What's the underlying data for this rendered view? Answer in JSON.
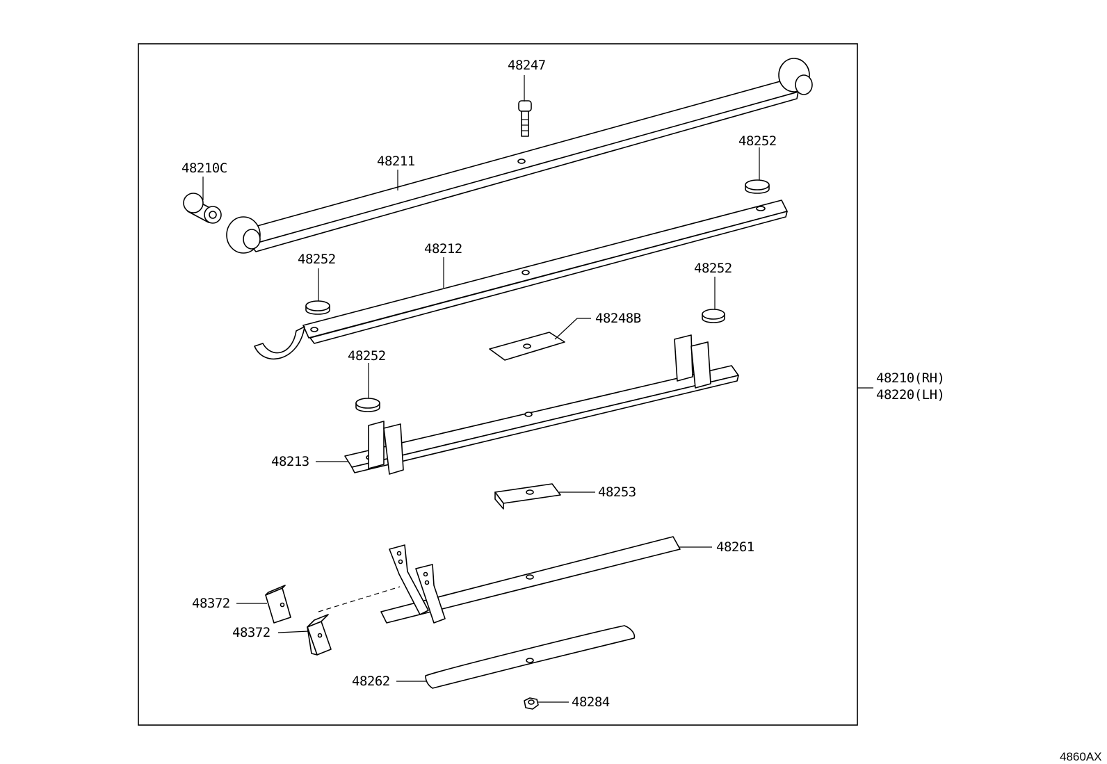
{
  "diagram": {
    "reference_code": "4860AX",
    "assembly_label_rh": "48210(RH)",
    "assembly_label_lh": "48220(LH)",
    "callouts": {
      "p48247": "48247",
      "p48210c": "48210C",
      "p48211": "48211",
      "p48252_top_right": "48252",
      "p48212": "48212",
      "p48252_left": "48252",
      "p48252_right": "48252",
      "p48248b": "48248B",
      "p48252_mid": "48252",
      "p48213": "48213",
      "p48253": "48253",
      "p48261": "48261",
      "p48372_upper": "48372",
      "p48372_lower": "48372",
      "p48262": "48262",
      "p48284": "48284"
    }
  }
}
